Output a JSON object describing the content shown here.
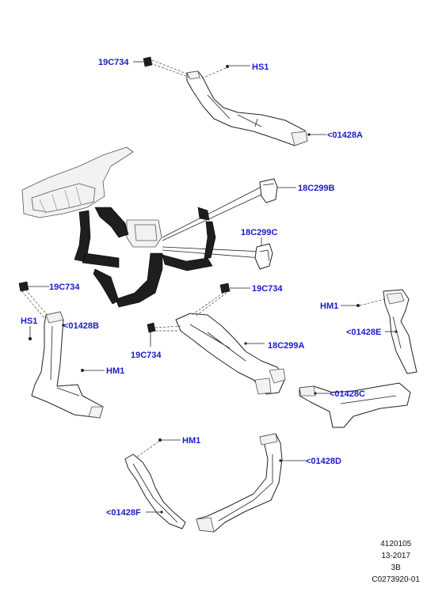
{
  "labels": {
    "l_19c734_top": "19C734",
    "l_hs1_top": "HS1",
    "l_01428a": "<01428A",
    "l_18c299b": "18C299B",
    "l_18c299c": "18C299C",
    "l_19c734_left": "19C734",
    "l_19c734_mid": "19C734",
    "l_hs1_left": "HS1",
    "l_01428b": "<01428B",
    "l_hm1_left": "HM1",
    "l_18c299a": "18C299A",
    "l_19c734_low": "19C734",
    "l_hm1_right": "HM1",
    "l_01428e": "<01428E",
    "l_01428c": "<01428C",
    "l_hm1_bottom": "HM1",
    "l_01428d": "<01428D",
    "l_01428f": "<01428F"
  },
  "footer": {
    "ref": "4120105",
    "date": "13-2017",
    "rev": "3B",
    "code": "C0273920-01"
  },
  "colors": {
    "label": "#1a1ac8",
    "line": "#222222"
  }
}
